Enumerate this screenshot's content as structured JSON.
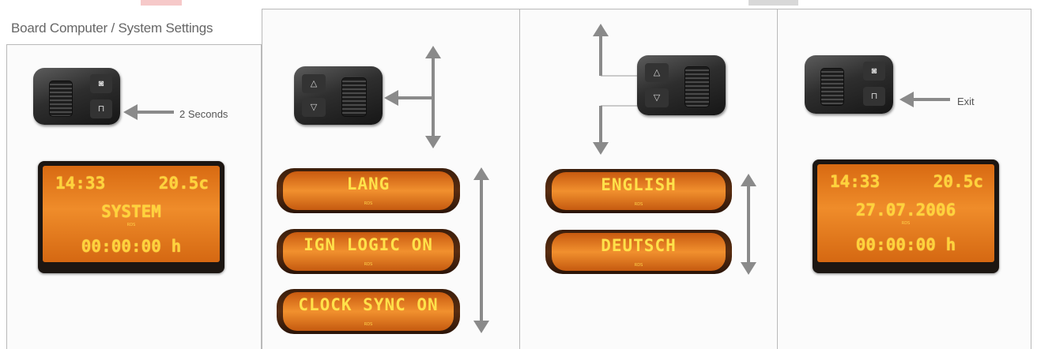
{
  "title": "Board Computer / System Settings",
  "step1": {
    "caption": "2 Seconds",
    "display": {
      "time": "14:33",
      "temp": "20.5c",
      "line2": "SYSTEM",
      "line3": "00:00:00 h",
      "rds": "RDS"
    }
  },
  "step2": {
    "menu": [
      "LANG",
      "IGN LOGIC ON",
      "CLOCK SYNC ON"
    ],
    "rds": "RDS"
  },
  "step3": {
    "options": [
      "ENGLISH",
      "DEUTSCH"
    ],
    "rds": "RDS"
  },
  "step4": {
    "caption": "Exit",
    "display": {
      "time": "14:33",
      "temp": "20.5c",
      "line2": "27.07.2006",
      "line3": "00:00:00 h",
      "rds": "RDS"
    }
  },
  "icons": [
    "steering-control-icon",
    "arrow-left-icon",
    "arrow-up-down-icon",
    "arrow-up-icon",
    "arrow-down-icon"
  ],
  "colors": {
    "lcd_orange": "#ef8c2a",
    "lcd_text": "#ffd33a",
    "arrow_gray": "#8a8a8a",
    "frame_gray": "#b9b9b9"
  }
}
